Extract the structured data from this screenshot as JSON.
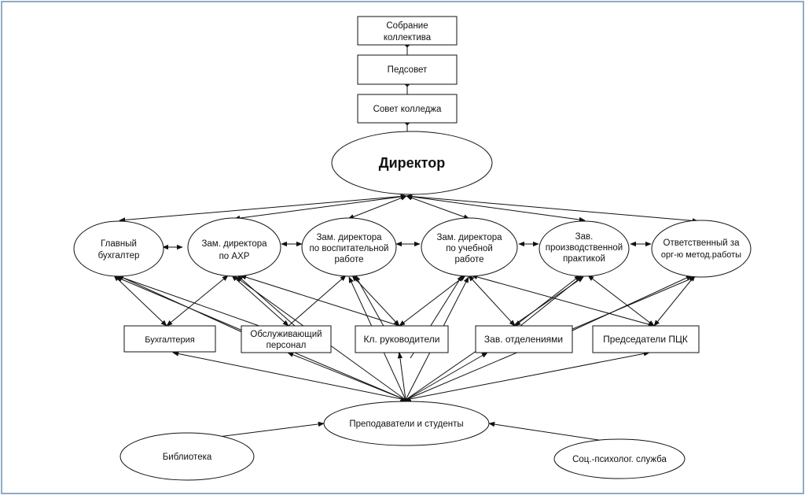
{
  "nodes": {
    "sobranie": [
      "Собрание",
      "коллектива"
    ],
    "pedsovet": [
      "Педсовет"
    ],
    "sovet": [
      "Совет колледжа"
    ],
    "director": [
      "Директор"
    ],
    "gl_buh": [
      "Главный",
      "бухгалтер"
    ],
    "zam_ahr": [
      "Зам. директора",
      "по АХР"
    ],
    "zam_vosp": [
      "Зам. директора",
      "по воспитательной",
      "работе"
    ],
    "zam_ucheb": [
      "Зам. директора",
      "по учебной",
      "работе"
    ],
    "zav_praktika": [
      "Зав.",
      "производственной",
      "практикой"
    ],
    "otv_metod": [
      "Ответственный за",
      "орг-ю метод.работы"
    ],
    "buhgalteria": [
      "Бухгалтерия"
    ],
    "personal": [
      "Обслуживающий",
      "персонал"
    ],
    "kl_ruk": [
      "Кл. руководители"
    ],
    "zav_otd": [
      "Зав. отделениями"
    ],
    "pck": [
      "Председатели ПЦК"
    ],
    "prepod": [
      "Преподаватели и студенты"
    ],
    "biblioteka": [
      "Библиотека"
    ],
    "soc_psy": [
      "Соц.-психолог. служба"
    ]
  }
}
